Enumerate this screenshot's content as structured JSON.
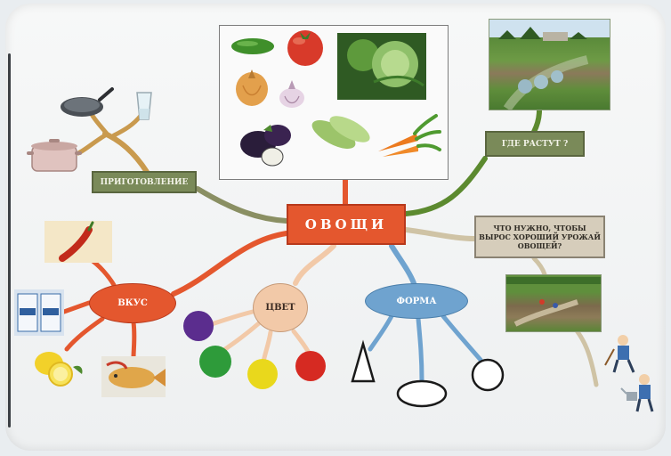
{
  "mindmap": {
    "center_label": "ОВОЩИ",
    "preparation_label": "ПРИГОТОВЛЕНИЕ",
    "where_label": "ГДЕ РАСТУТ ?",
    "harvest_label": "ЧТО НУЖНО, ЧТОБЫ ВЫРОС ХОРОШИЙ УРОЖАЙ ОВОЩЕЙ?",
    "taste_label": "ВКУС",
    "color_label": "ЦВЕТ",
    "shape_label": "ФОРМА"
  },
  "colors": {
    "center": "#e4572e",
    "branch_orange": "#e4572e",
    "branch_green": "#5c8a2f",
    "branch_olive": "#8a8f63",
    "branch_blue": "#6fa3cf",
    "branch_peach": "#f2c9a8",
    "branch_tan": "#cfc3a5",
    "swatch_purple": "#5b2d8e",
    "swatch_green": "#2e9b3a",
    "swatch_yellow": "#e9d81c",
    "swatch_red": "#d62a22"
  },
  "icons": [
    "cucumber-icon",
    "tomato-icon",
    "cabbage-icon",
    "onion-icon",
    "garlic-icon",
    "eggplant-icon",
    "zucchini-icon",
    "carrot-icon",
    "frying-pan-icon",
    "glass-icon",
    "cooking-pot-icon",
    "chili-pepper-icon",
    "salt-pack-icon",
    "lemon-icon",
    "fish-icon",
    "triangle-icon",
    "oval-icon",
    "circle-icon",
    "gardener-icon",
    "watering-gardener-icon"
  ]
}
